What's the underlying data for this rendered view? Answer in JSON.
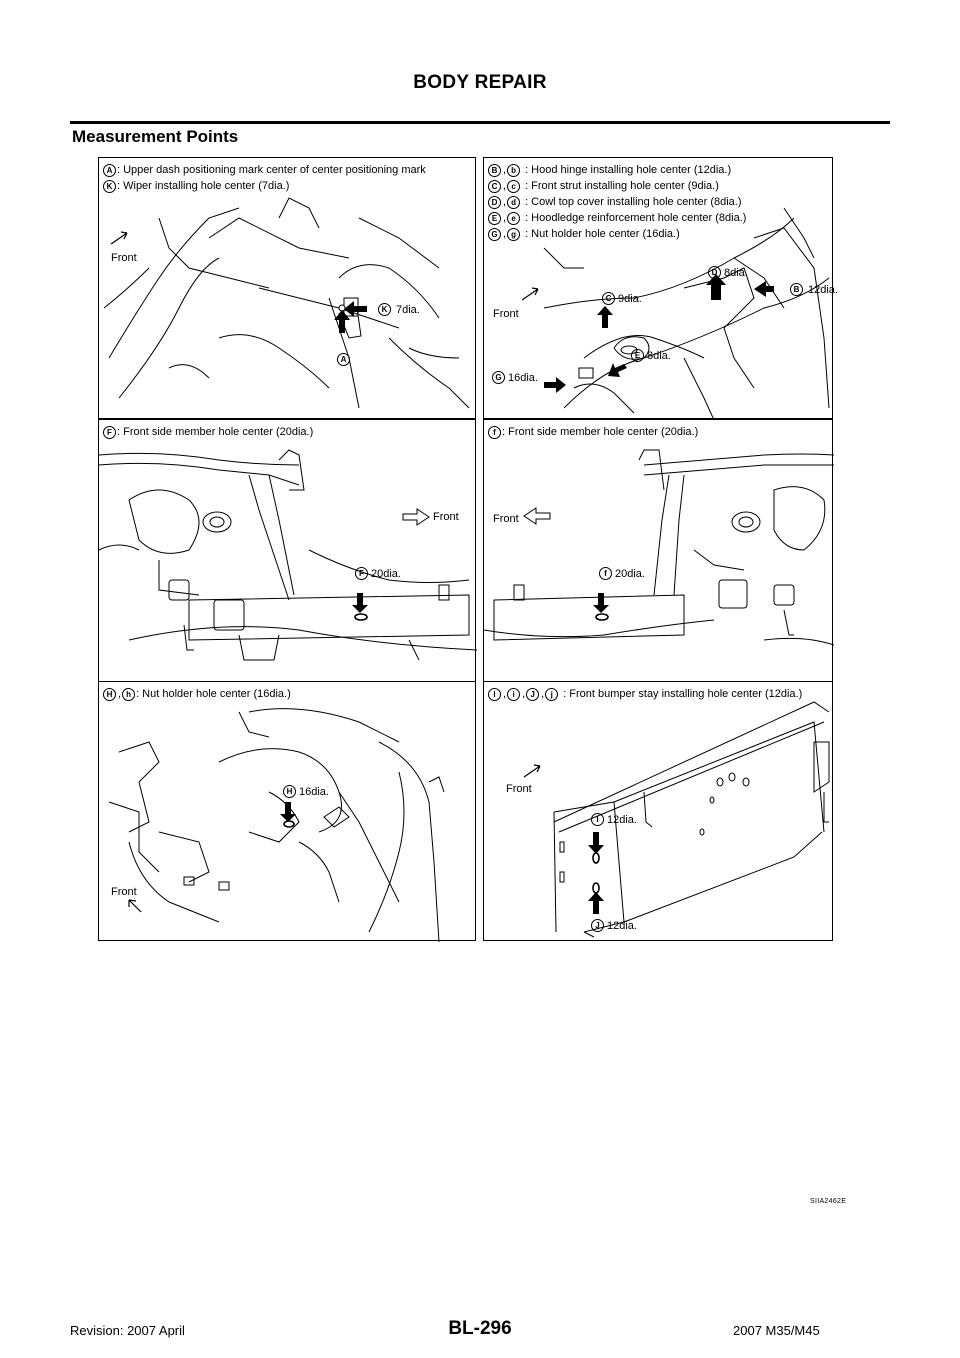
{
  "header": {
    "title": "BODY REPAIR"
  },
  "section": {
    "title": "Measurement Points"
  },
  "panels": {
    "p1": {
      "legend": [
        {
          "marks": [
            "A"
          ],
          "text": ": Upper dash positioning mark center of center positioning mark"
        },
        {
          "marks": [
            "K"
          ],
          "text": ": Wiper installing hole center (7dia.)"
        }
      ],
      "front": "Front",
      "labels": [
        {
          "mark": "K",
          "text": "7dia."
        },
        {
          "mark": "A",
          "text": ""
        }
      ]
    },
    "p2": {
      "legend": [
        {
          "marks": [
            "B",
            "b"
          ],
          "text": ": Hood hinge installing hole center (12dia.)"
        },
        {
          "marks": [
            "C",
            "c"
          ],
          "text": ": Front strut installing hole center (9dia.)"
        },
        {
          "marks": [
            "D",
            "d"
          ],
          "text": ": Cowl top cover installing hole center (8dia.)"
        },
        {
          "marks": [
            "E",
            "e"
          ],
          "text": ": Hoodledge reinforcement hole center (8dia.)"
        },
        {
          "marks": [
            "G",
            "g"
          ],
          "text": ": Nut holder hole center (16dia.)"
        }
      ],
      "front": "Front",
      "labels": [
        {
          "mark": "D",
          "text": "8dia."
        },
        {
          "mark": "B",
          "text": "12dia."
        },
        {
          "mark": "C",
          "text": "9dia."
        },
        {
          "mark": "E",
          "text": "8dia."
        },
        {
          "mark": "G",
          "text": "16dia."
        }
      ]
    },
    "p3": {
      "legend": [
        {
          "marks": [
            "F"
          ],
          "text": ": Front side member hole center (20dia.)"
        }
      ],
      "front": "Front",
      "labels": [
        {
          "mark": "F",
          "text": "20dia."
        }
      ]
    },
    "p4": {
      "legend": [
        {
          "marks": [
            "f"
          ],
          "text": ": Front side member hole center (20dia.)"
        }
      ],
      "front": "Front",
      "labels": [
        {
          "mark": "f",
          "text": "20dia."
        }
      ]
    },
    "p5": {
      "legend": [
        {
          "marks": [
            "H",
            "h"
          ],
          "text": ": Nut holder hole center (16dia.)"
        }
      ],
      "front": "Front",
      "labels": [
        {
          "mark": "H",
          "text": "16dia."
        }
      ]
    },
    "p6": {
      "legend": [
        {
          "marks": [
            "I",
            "i",
            "J",
            "j"
          ],
          "text": ": Front bumper stay installing hole center (12dia.)"
        }
      ],
      "front": "Front",
      "labels": [
        {
          "mark": "I",
          "text": "12dia."
        },
        {
          "mark": "J",
          "text": "12dia."
        }
      ]
    }
  },
  "figure_code": "SIIA2462E",
  "footer": {
    "revision": "Revision: 2007 April",
    "page": "BL-296",
    "model": "2007 M35/M45"
  }
}
